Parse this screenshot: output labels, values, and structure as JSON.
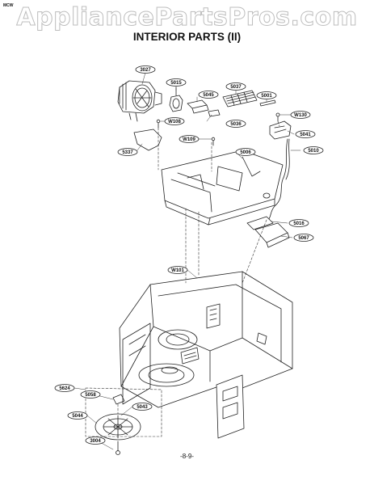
{
  "page": {
    "corner_label": "MCW",
    "watermark": "AppliancePartsPros.com",
    "title": "INTERIOR PARTS (II)",
    "page_number": "-8-9-"
  },
  "callouts": [
    "3027",
    "5015",
    "5045",
    "5037",
    "5001",
    "W108",
    "5036",
    "W130",
    "5041",
    "W109",
    "5337",
    "5006",
    "5010",
    "5016",
    "5067",
    "W101",
    "5624",
    "5058",
    "5043",
    "5044",
    "3004"
  ]
}
